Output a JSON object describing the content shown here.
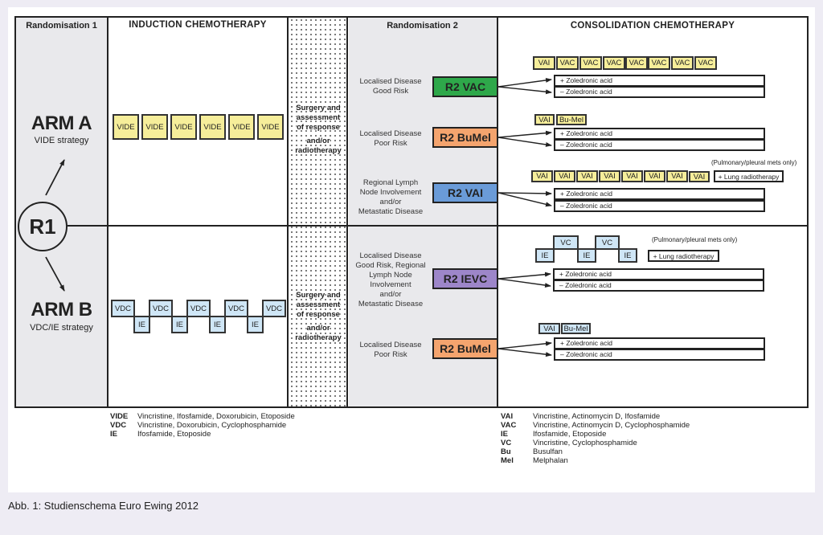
{
  "figure": {
    "caption": "Abb. 1: Studienschema Euro Ewing 2012",
    "headers": {
      "randomisation1": "Randomisation 1",
      "induction": "INDUCTION CHEMOTHERAPY",
      "randomisation2": "Randomisation 2",
      "consolidation": "CONSOLIDATION CHEMOTHERAPY"
    },
    "r1_label": "R1",
    "arm_a": {
      "title": "ARM A",
      "subtitle": "VIDE strategy",
      "cycles": [
        "VIDE",
        "VIDE",
        "VIDE",
        "VIDE",
        "VIDE",
        "VIDE"
      ]
    },
    "arm_b": {
      "title": "ARM B",
      "subtitle": "VDC/IE strategy",
      "top_cycles": [
        "VDC",
        "VDC",
        "VDC",
        "VDC",
        "VDC"
      ],
      "bottom_cycles": [
        "IE",
        "IE",
        "IE",
        "IE"
      ]
    },
    "surgery": {
      "line1": "Surgery and",
      "line2": "assessment",
      "line3": "of response",
      "line4": "and/or",
      "line5": "radiotherapy"
    },
    "r2_groups": [
      {
        "disease": [
          "Localised Disease",
          "Good Risk"
        ],
        "label": "R2 VAC",
        "color": "#2ea84a",
        "cycles": [
          "VAI",
          "VAC",
          "VAC",
          "VAC",
          "VAC",
          "VAC",
          "VAC",
          "VAC"
        ],
        "options": [
          "+ Zoledronic acid",
          "– Zoledronic acid"
        ]
      },
      {
        "disease": [
          "Localised Disease",
          "Poor Risk"
        ],
        "label": "R2 BuMel",
        "color": "#f4a46e",
        "cycles": [
          "VAI",
          "Bu-Mel"
        ],
        "options": [
          "+ Zoledronic acid",
          "– Zoledronic acid"
        ]
      },
      {
        "disease": [
          "Regional Lymph",
          "Node Involvement",
          "and/or",
          "Metastatic Disease"
        ],
        "label": "R2 VAI",
        "color": "#6a9bd8",
        "cycles": [
          "VAI",
          "VAI",
          "VAI",
          "VAI",
          "VAI",
          "VAI",
          "VAI",
          "VAI"
        ],
        "note": "(Pulmonary/pleural mets only)",
        "extra": "+ Lung radiotherapy",
        "options": [
          "+ Zoledronic acid",
          "– Zoledronic acid"
        ]
      },
      {
        "disease": [
          "Localised Disease",
          "Good Risk, Regional",
          "Lymph Node",
          "Involvement",
          "and/or",
          "Metastatic Disease"
        ],
        "label": "R2 IEVC",
        "color": "#9d86c9",
        "top_cycles": [
          "VC",
          "VC"
        ],
        "bottom_cycles": [
          "IE",
          "IE",
          "IE"
        ],
        "note": "(Pulmonary/pleural mets only)",
        "extra": "+ Lung radiotherapy",
        "options": [
          "+ Zoledronic acid",
          "– Zoledronic acid"
        ]
      },
      {
        "disease": [
          "Localised Disease",
          "Poor Risk"
        ],
        "label": "R2 BuMel",
        "color": "#f4a46e",
        "cycles": [
          "VAI",
          "Bu-Mel"
        ],
        "options": [
          "+ Zoledronic acid",
          "– Zoledronic acid"
        ]
      }
    ],
    "legend_left": [
      {
        "abbr": "VIDE",
        "desc": "Vincristine, Ifosfamide, Doxorubicin,  Etoposide"
      },
      {
        "abbr": "VDC",
        "desc": "Vincristine, Doxorubicin, Cyclophosphamide"
      },
      {
        "abbr": "IE",
        "desc": "Ifosfamide, Etoposide"
      }
    ],
    "legend_right": [
      {
        "abbr": "VAI",
        "desc": "Vincristine, Actinomycin D, Ifosfamide"
      },
      {
        "abbr": "VAC",
        "desc": "Vincristine, Actinomycin D, Cyclophosphamide"
      },
      {
        "abbr": "IE",
        "desc": "Ifosfamide, Etoposide"
      },
      {
        "abbr": "VC",
        "desc": "Vincristine, Cyclophosphamide"
      },
      {
        "abbr": "Bu",
        "desc": "Busulfan"
      },
      {
        "abbr": "Mel",
        "desc": "Melphalan"
      }
    ],
    "colors": {
      "vide_vac_vai_box": "#f6ee9a",
      "vdc_ie_box": "#cfe6f6",
      "r2_vac": "#2ea84a",
      "r2_bumel": "#f4a46e",
      "r2_vai": "#6a9bd8",
      "r2_ievc": "#9d86c9"
    }
  }
}
